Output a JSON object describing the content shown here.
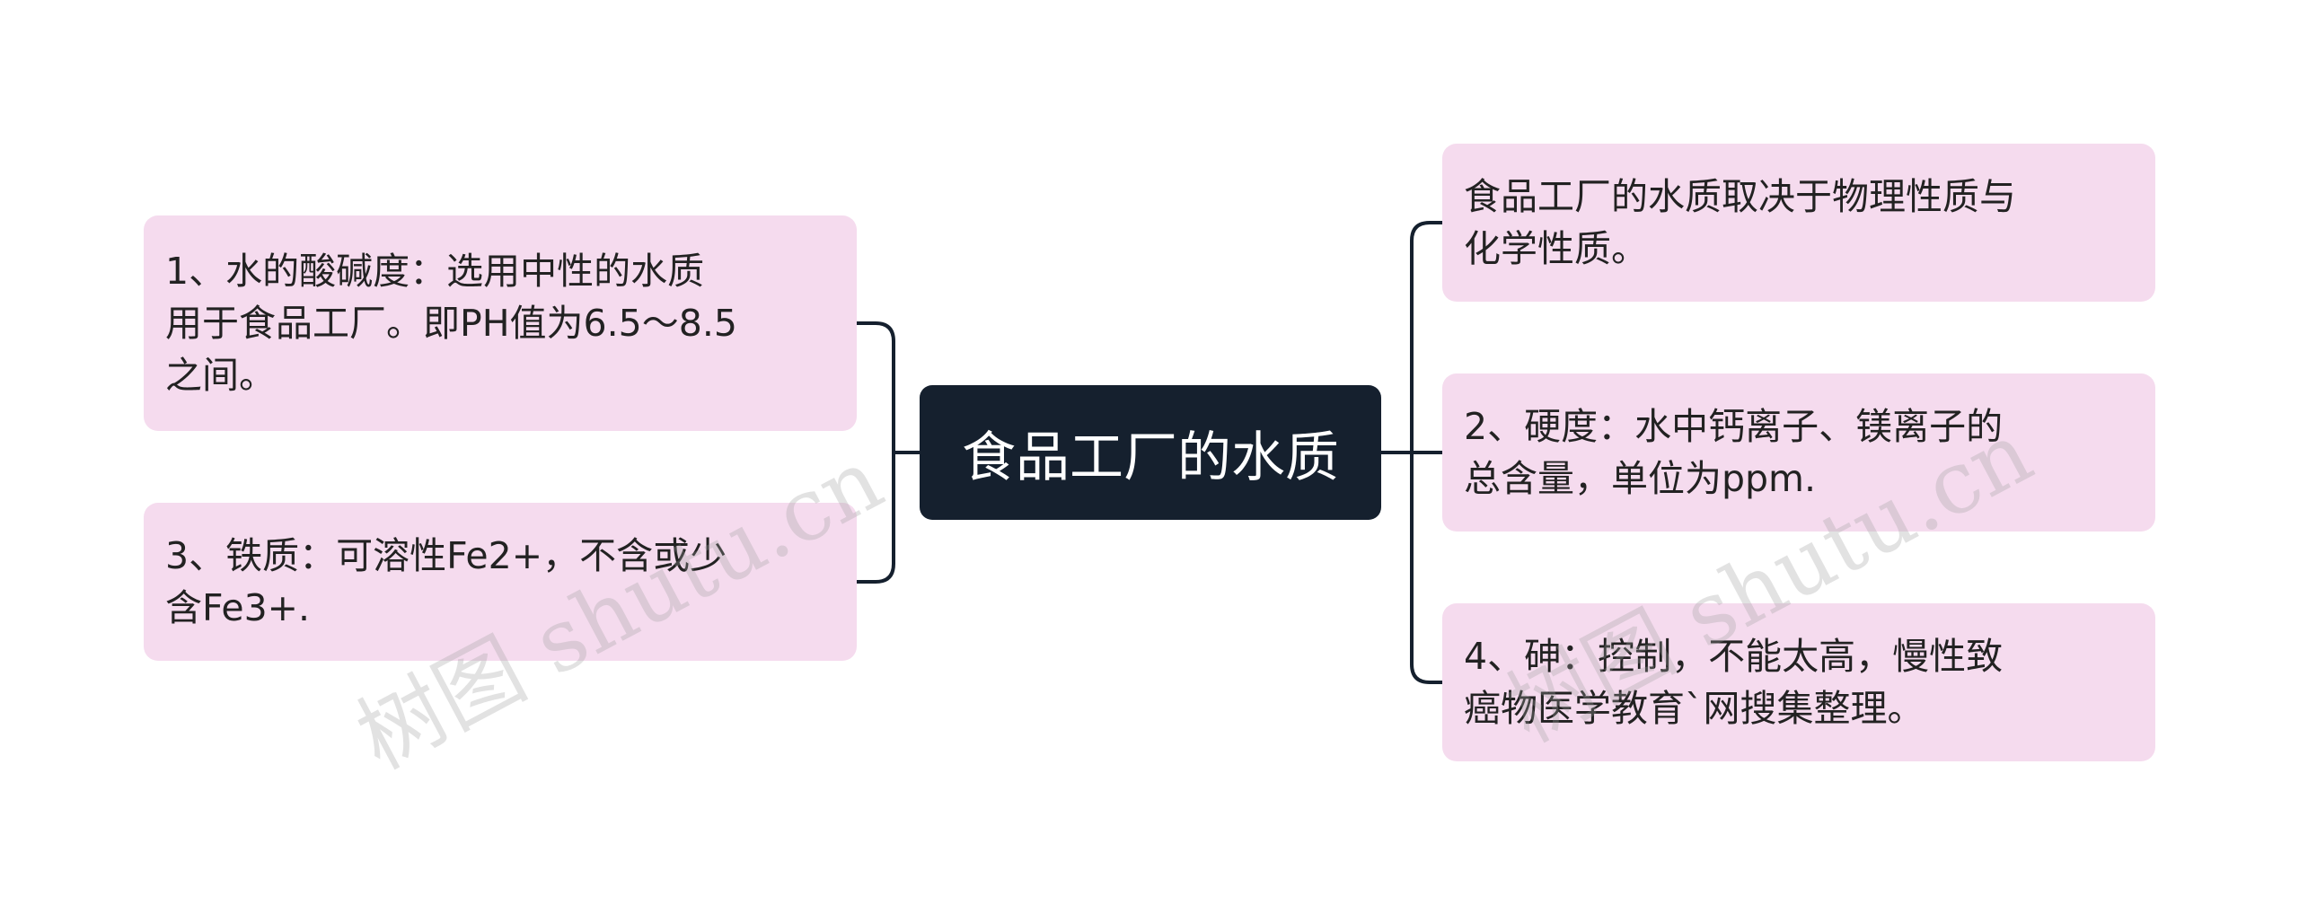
{
  "mindmap": {
    "root": "食品工厂的水质",
    "left": [
      {
        "text": "1、水的酸碱度：选用中性的水质\n用于食品工厂。即PH值为6.5～8.5\n之间。"
      },
      {
        "text": "3、铁质：可溶性Fe2+，不含或少\n含Fe3+."
      }
    ],
    "right": [
      {
        "text": "食品工厂的水质取决于物理性质与\n化学性质。"
      },
      {
        "text": "2、硬度：水中钙离子、镁离子的\n总含量，单位为ppm."
      },
      {
        "text": "4、砷：控制，不能太高，慢性致\n癌物医学教育`网搜集整理。"
      }
    ]
  },
  "watermark": "树图 shutu.cn",
  "colors": {
    "root_bg": "#15202e",
    "root_text": "#ffffff",
    "node_bg": "#f5dbee",
    "node_text": "#222222",
    "connector": "#15202e"
  }
}
